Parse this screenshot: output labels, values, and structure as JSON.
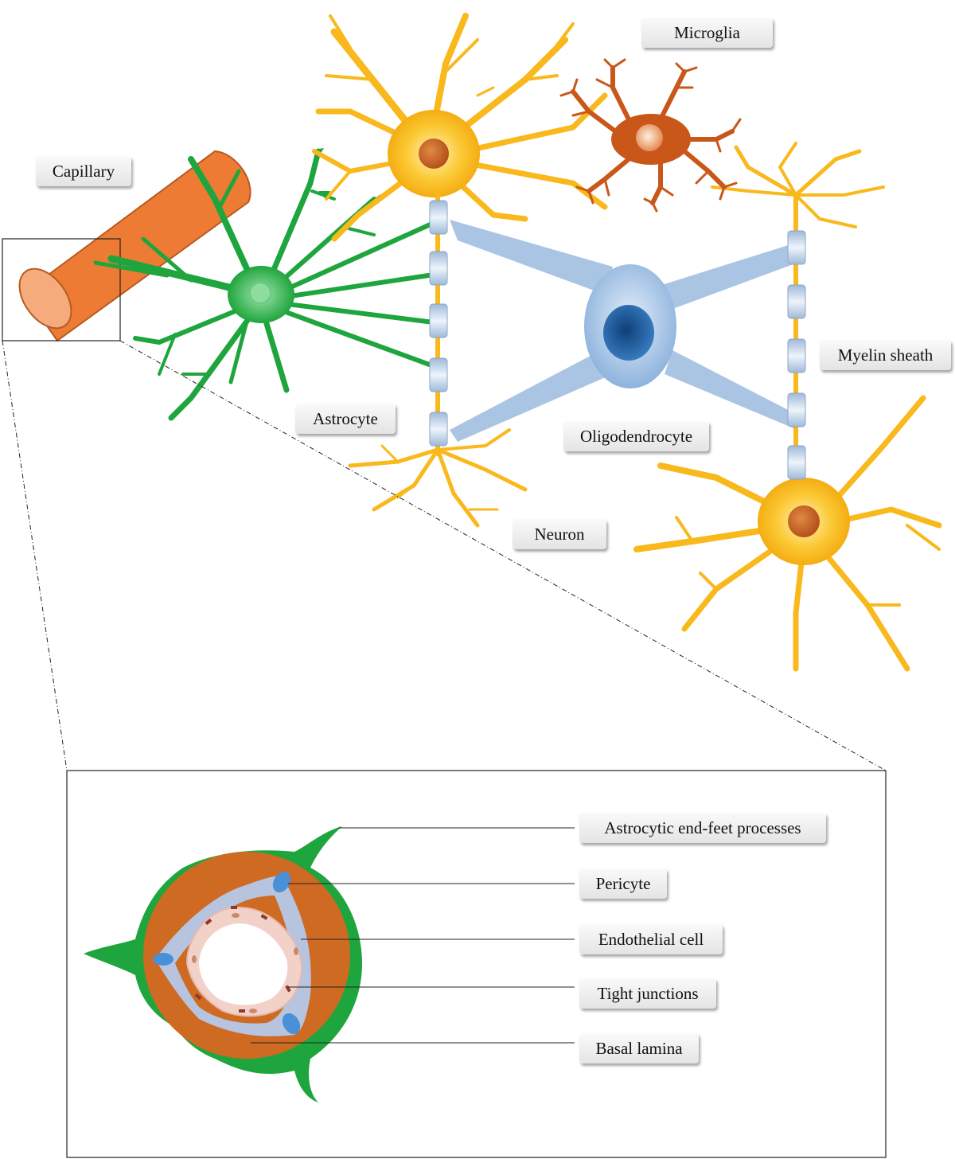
{
  "labels": {
    "microglia": "Microglia",
    "capillary": "Capillary",
    "myelin_sheath": "Myelin sheath",
    "astrocyte": "Astrocyte",
    "oligodendrocyte": "Oligodendrocyte",
    "neuron": "Neuron",
    "astrocytic_end_feet": "Astrocytic end-feet processes",
    "pericyte": "Pericyte",
    "endothelial_cell": "Endothelial cell",
    "tight_junctions": "Tight junctions",
    "basal_lamina": "Basal lamina"
  },
  "colors": {
    "neuron": "#f9b81c",
    "neuron_nucleus": "#c8641e",
    "astrocyte": "#1fa53d",
    "microglia": "#c9571a",
    "capillary": "#ee7b33",
    "capillary_lumen": "#f6ab7c",
    "oligodendrocyte": "#a9c6e6",
    "oligodendrocyte_nucleus": "#1e5f9f",
    "myelin": "#c2d6ec",
    "pericyte": "#b6c4e0",
    "pericyte_nucleus": "#4a90d6",
    "endothelial": "#f2d2c8"
  }
}
